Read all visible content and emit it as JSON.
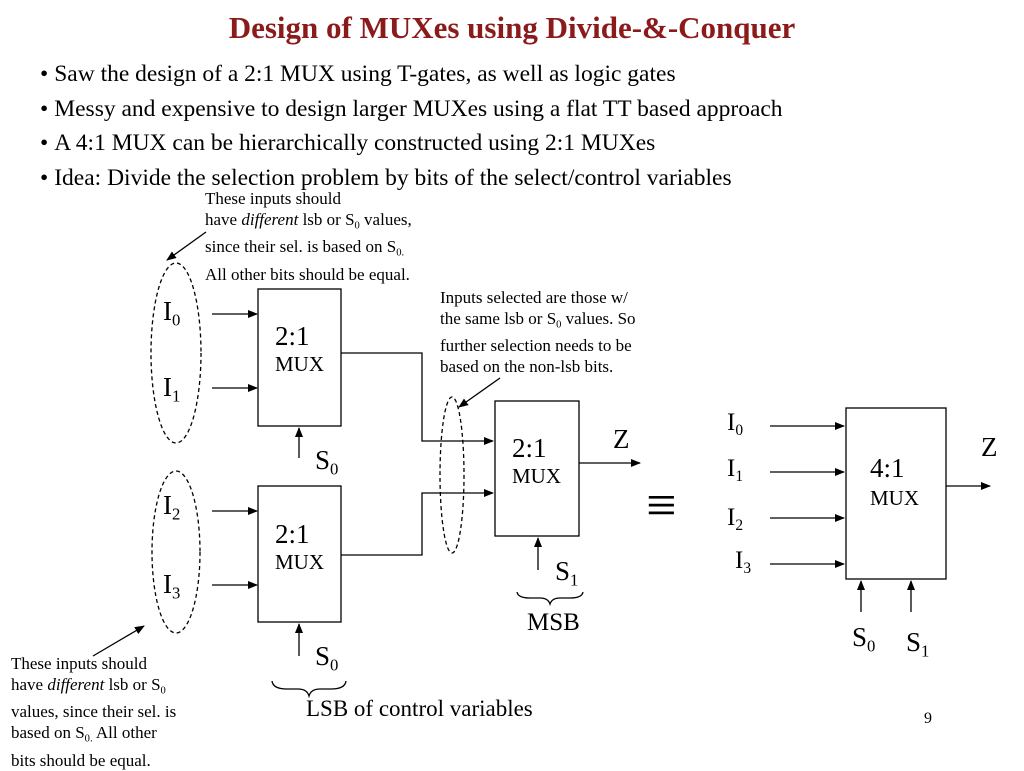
{
  "title": "Design of MUXes using Divide-&-Conquer",
  "bullets": [
    "Saw the design of a 2:1 MUX using T-gates, as well as logic gates",
    "Messy and expensive to design larger MUXes using a flat TT based approach",
    "A 4:1 MUX can be hierarchically constructed using 2:1 MUXes",
    "Idea: Divide the selection problem by bits of the select/control variables"
  ],
  "top_note": {
    "line1": "These inputs should",
    "line2_a": "have ",
    "line2_em": "different",
    "line2_b": " lsb or S",
    "line2_sub": "0",
    "line2_c": " values,",
    "line3_a": "since their sel. is based on S",
    "line3_sub": "0.",
    "line4": "All other bits should be equal."
  },
  "middle_note": {
    "line1": "Inputs selected are those w/",
    "line2_a": "the same lsb or S",
    "line2_sub": "0",
    "line2_b": " values. So",
    "line3": "further selection needs to be",
    "line4": "based on the non-lsb bits."
  },
  "bottom_note": {
    "line1": "These inputs should",
    "line2_a": "have ",
    "line2_em": "different",
    "line2_b": " lsb or S",
    "line2_sub": "0",
    "line3": "values, since their sel. is",
    "line4_a": "based on S",
    "line4_sub": "0.",
    "line4_b": " All other",
    "line5": "bits should be equal."
  },
  "mux_ratio": "2:1",
  "mux_label": "MUX",
  "mux4_ratio": "4:1",
  "input_base": "I",
  "select_base": "S",
  "output_label": "Z",
  "sub_0": "0",
  "sub_1": "1",
  "sub_2": "2",
  "sub_3": "3",
  "equiv_symbol": "≡",
  "msb_label": "MSB",
  "lsb_label": "LSB of control variables",
  "page_number": "9"
}
